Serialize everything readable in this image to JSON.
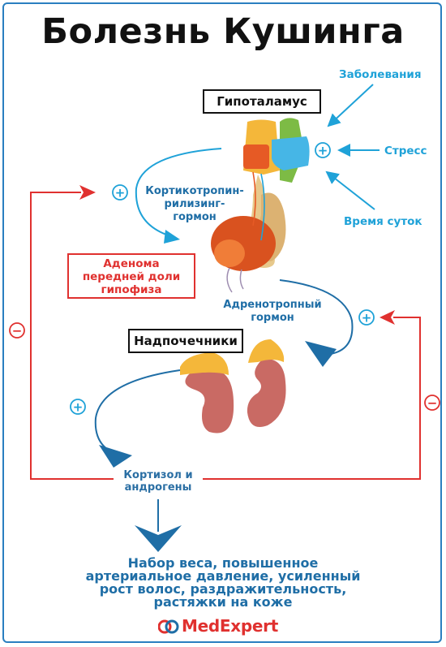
{
  "title": "Болезнь Кушинга",
  "labels": {
    "hypothalamus": "Гипоталамус",
    "diseases": "Заболевания",
    "stress": "Стресс",
    "time_of_day": "Время суток",
    "crh_line1": "Кортикотропин-",
    "crh_line2": "рилизинг-",
    "crh_line3": "гормон",
    "adenoma_line1": "Аденома",
    "adenoma_line2": "передней доли",
    "adenoma_line3": "гипофиза",
    "acth_line1": "Адренотропный",
    "acth_line2": "гормон",
    "adrenals": "Надпочечники",
    "cortisol_line1": "Кортизол и",
    "cortisol_line2": "андрогены",
    "result_line1": "Набор веса, повышенное",
    "result_line2": "артериальное давление, усиленный",
    "result_line3": "рост волос, раздражительность,",
    "result_line4": "растяжки на коже",
    "brand": "MedExpert"
  },
  "signs": {
    "plus": "+",
    "minus": "−"
  },
  "colors": {
    "accent_blue": "#1fa2d8",
    "dark_blue": "#1f6ea6",
    "red": "#e0312f",
    "frame": "#2a7fc0"
  }
}
